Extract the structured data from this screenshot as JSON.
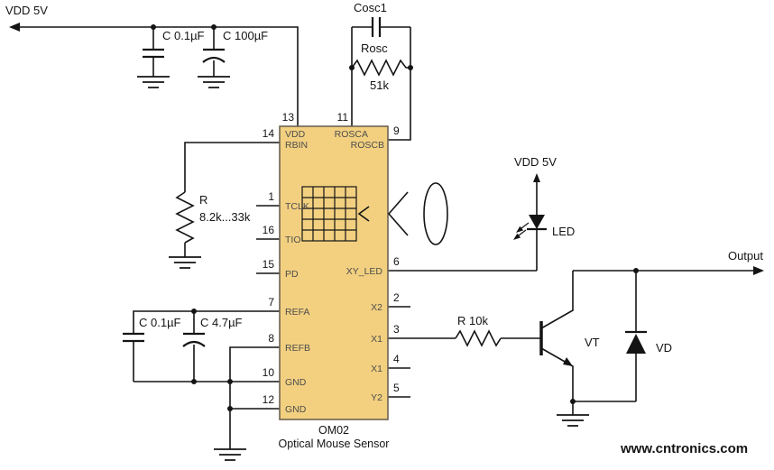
{
  "colors": {
    "ic_fill": "#F2D080",
    "ic_stroke": "#6e6352",
    "wire": "#141414",
    "watermark": "#97C43C"
  },
  "labels": {
    "vdd_left": "VDD 5V",
    "vdd_right": "VDD 5V",
    "cap1": "C 0.1µF",
    "cap2": "C 100µF",
    "cap3": "C 0.1µF",
    "cap4": "C 4.7µF",
    "cosc": "Cosc1",
    "rosc": "Rosc",
    "rosc_value": "51k",
    "r_rbin": "R",
    "r_rbin_value": "8.2k...33k",
    "r_base": "R 10k",
    "led": "LED",
    "transistor": "VT",
    "diode": "VD",
    "output": "Output",
    "ic_name": "OM02",
    "ic_subtitle": "Optical Mouse Sensor",
    "watermark": "www.cntronics.com"
  },
  "ic": {
    "pins_left": [
      {
        "num": "13",
        "name": "VDD"
      },
      {
        "num": "14",
        "name": "RBIN"
      },
      {
        "num": "1",
        "name": "TCLK"
      },
      {
        "num": "16",
        "name": "TIO"
      },
      {
        "num": "15",
        "name": "PD"
      },
      {
        "num": "7",
        "name": "REFA"
      },
      {
        "num": "8",
        "name": "REFB"
      },
      {
        "num": "10",
        "name": "GND"
      },
      {
        "num": "12",
        "name": "GND"
      }
    ],
    "pins_right": [
      {
        "num": "11",
        "name": "ROSCA"
      },
      {
        "num": "9",
        "name": "ROSCB"
      },
      {
        "num": "6",
        "name": "XY_LED"
      },
      {
        "num": "2",
        "name": "X2"
      },
      {
        "num": "3",
        "name": "X1"
      },
      {
        "num": "4",
        "name": "X1"
      },
      {
        "num": "5",
        "name": "Y2"
      }
    ]
  }
}
